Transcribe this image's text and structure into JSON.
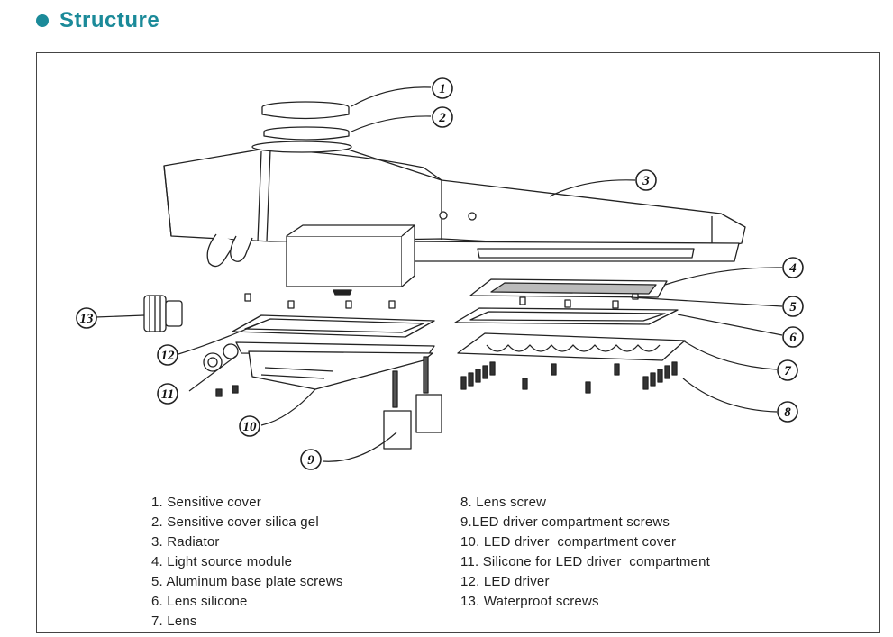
{
  "header": {
    "title": "Structure"
  },
  "callouts": [
    "1",
    "2",
    "3",
    "4",
    "5",
    "6",
    "7",
    "8",
    "9",
    "10",
    "11",
    "12",
    "13"
  ],
  "legend": {
    "left": [
      "1. Sensitive cover",
      "2. Sensitive cover silica gel",
      "3. Radiator",
      "4. Light source module",
      "5. Aluminum base plate screws",
      "6. Lens silicone",
      "7. Lens"
    ],
    "right": [
      "8. Lens screw",
      "9.LED driver compartment screws",
      "10. LED driver  compartment cover",
      "11. Silicone for LED driver  compartment",
      "12. LED driver",
      "13. Waterproof screws"
    ]
  },
  "colors": {
    "accent": "#1b8a99",
    "line": "#222222"
  }
}
